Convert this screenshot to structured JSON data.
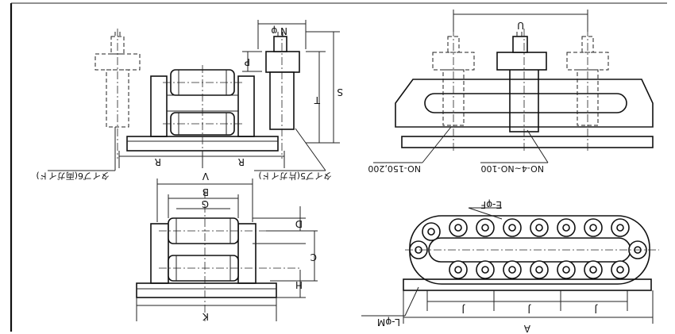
{
  "labels": {
    "type6": "タイプ6(両ガイド)",
    "type5": "タイプ5(片ガイド)",
    "no_range_1": "NO-150,200",
    "no_range_2": "NO-4~NO-100",
    "dim_A": "A",
    "dim_B": "B",
    "dim_C": "C",
    "dim_D": "D",
    "dim_G": "G",
    "dim_H": "H",
    "dim_J": "J",
    "dim_K": "K",
    "dim_P": "P",
    "dim_R": "R",
    "dim_S": "S",
    "dim_T": "T",
    "dim_U": "U",
    "dim_V": "V",
    "dim_N": "N φ",
    "dim_E": "E-φF",
    "dim_L": "L-φM"
  }
}
